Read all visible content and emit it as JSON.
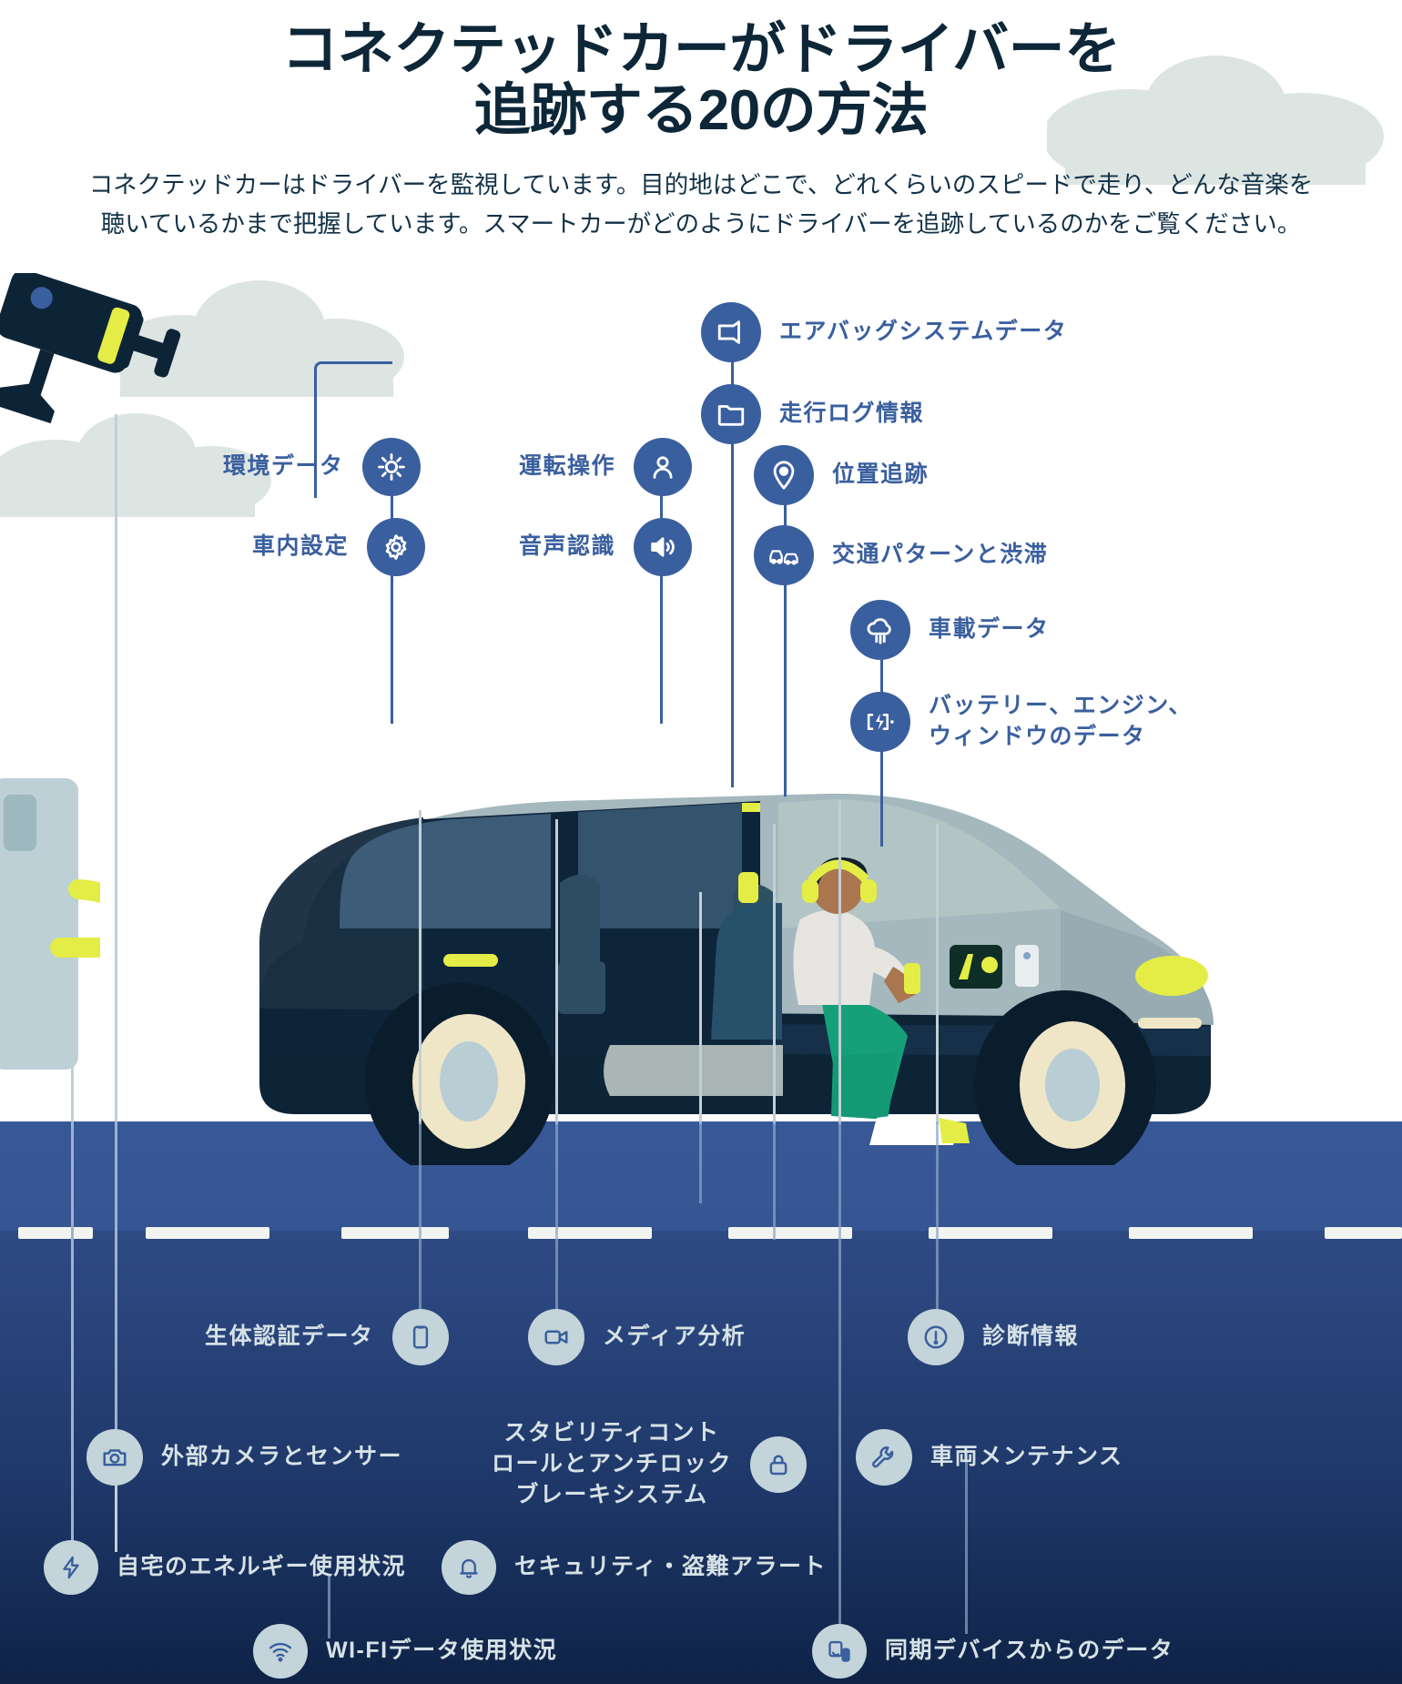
{
  "header": {
    "title_line1": "コネクテッドカーがドライバーを",
    "title_line2": "追跡する20の方法",
    "subtitle_line1": "コネクテッドカーはドライバーを監視しています。目的地はどこで、どれくらいのスピードで走り、どんな音楽を",
    "subtitle_line2": "聴いているかまで把握しています。スマートカーがどのようにドライバーを追跡しているのかをご覧ください。"
  },
  "colors": {
    "brand_blue": "#3a5f9e",
    "title_navy": "#0d2738",
    "road_navy": "#1e3768",
    "icon_light": "#c3d4da",
    "label_on_road": "#d6e2e6",
    "accent_yellow": "#e4ed45",
    "cloud_gray": "#dde5e3"
  },
  "top_nodes": [
    {
      "id": "airbag",
      "label": "エアバッグシステムデータ",
      "icon": "airbag-icon",
      "side": "right"
    },
    {
      "id": "drive-log",
      "label": "走行ログ情報",
      "icon": "folder-icon",
      "side": "right"
    },
    {
      "id": "location",
      "label": "位置追跡",
      "icon": "map-pin-icon",
      "side": "right"
    },
    {
      "id": "traffic",
      "label": "交通パターンと渋滞",
      "icon": "traffic-cars-icon",
      "side": "right"
    },
    {
      "id": "onboard",
      "label": "車載データ",
      "icon": "rain-cloud-icon",
      "side": "right"
    },
    {
      "id": "battery",
      "label": "バッテリー、エンジン、\nウィンドウのデータ",
      "icon": "battery-bolt-icon",
      "side": "right"
    },
    {
      "id": "environment",
      "label": "環境データ",
      "icon": "sun-icon",
      "side": "left"
    },
    {
      "id": "cabin",
      "label": "車内設定",
      "icon": "gear-icon",
      "side": "left"
    },
    {
      "id": "driving-ops",
      "label": "運転操作",
      "icon": "person-icon",
      "side": "left"
    },
    {
      "id": "voice",
      "label": "音声認識",
      "icon": "speaker-icon",
      "side": "left"
    }
  ],
  "bottom_nodes": [
    {
      "id": "biometric",
      "label": "生体認証データ",
      "icon": "clipboard-icon",
      "side": "left"
    },
    {
      "id": "media",
      "label": "メディア分析",
      "icon": "video-camera-icon",
      "side": "right"
    },
    {
      "id": "diagnostics",
      "label": "診断情報",
      "icon": "alert-circle-icon",
      "side": "right"
    },
    {
      "id": "ext-camera",
      "label": "外部カメラとセンサー",
      "icon": "camera-icon",
      "side": "right"
    },
    {
      "id": "stability",
      "label": "スタビリティコント\nロールとアンチロック\nブレーキシステム",
      "icon": "lock-icon",
      "side": "left"
    },
    {
      "id": "maintenance",
      "label": "車両メンテナンス",
      "icon": "wrench-icon",
      "side": "right"
    },
    {
      "id": "home-energy",
      "label": "自宅のエネルギー使用状況",
      "icon": "bolt-icon",
      "side": "right"
    },
    {
      "id": "security",
      "label": "セキュリティ・盗難アラート",
      "icon": "bell-icon",
      "side": "right"
    },
    {
      "id": "wifi",
      "label": "WI-FIデータ使用状況",
      "icon": "wifi-icon",
      "side": "right"
    },
    {
      "id": "synced",
      "label": "同期デバイスからのデータ",
      "icon": "sync-devices-icon",
      "side": "right"
    }
  ]
}
